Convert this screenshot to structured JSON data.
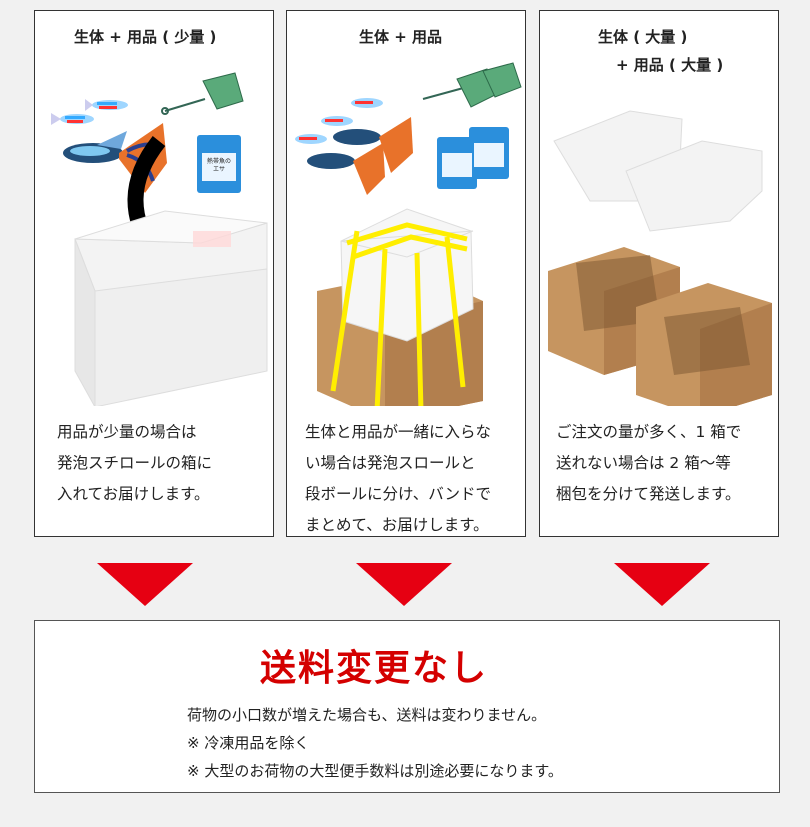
{
  "panels": [
    {
      "title_lines": [
        "生体 + 用品 ( 少量 )"
      ],
      "description": "用品が少量の場合は\n発泡スチロールの箱に\n入れてお届けします。"
    },
    {
      "title_lines": [
        "生体 + 用品"
      ],
      "description": "生体と用品が一緒に入らな\nい場合は発泡スロールと\n段ボールに分け、バンドで\nまとめて、お届けします。"
    },
    {
      "title_lines": [
        "生体 ( 大量 )",
        "+ 用品 ( 大量 )"
      ],
      "description": "ご注文の量が多く、1 箱で\n送れない場合は 2 箱〜等\n梱包を分けて発送します。"
    }
  ],
  "food_pack_label": "熱帯魚の\nエサ",
  "colors": {
    "arrow_red": "#e60012",
    "headline_red": "#d40000",
    "band_yellow": "#ffee00",
    "box_brown": "#c69560"
  },
  "bottom": {
    "headline": "送料変更なし",
    "notes": [
      "荷物の小口数が増えた場合も、送料は変わりません。",
      "※  冷凍用品を除く",
      "※  大型のお荷物の大型便手数料は別途必要になります。"
    ]
  }
}
